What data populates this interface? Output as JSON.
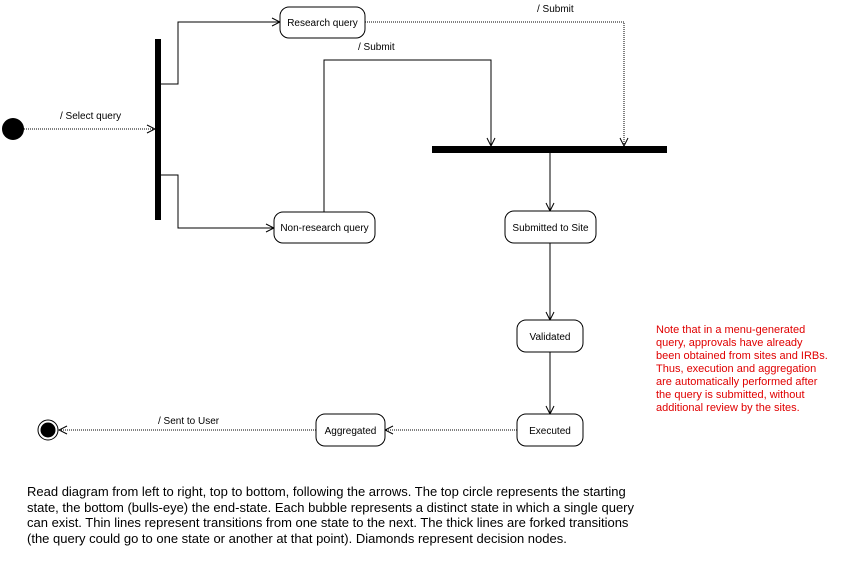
{
  "diagram": {
    "states": {
      "research_query": "Research query",
      "non_research_query": "Non-research query",
      "submitted_to_site": "Submitted to Site",
      "validated": "Validated",
      "executed": "Executed",
      "aggregated": "Aggregated"
    },
    "transitions": {
      "select_query": "/ Select query",
      "submit_research": "/ Submit",
      "submit_non_research": "/ Submit",
      "sent_to_user": "/ Sent to User"
    }
  },
  "note": {
    "color": "#e00000",
    "lines": [
      "Note that in a menu-generated",
      "query, approvals have already",
      "been obtained from sites and IRBs.",
      "Thus, execution and aggregation",
      "are automatically performed after",
      "the query is submitted, without",
      "additional review by the sites."
    ]
  },
  "legend": {
    "lines": [
      "Read diagram from left to right, top to bottom, following the arrows.  The top circle represents the starting",
      "state, the bottom (bulls-eye) the end-state.  Each bubble represents a distinct state in which a single query",
      "can exist.  Thin lines represent transitions from one state to the next.  The thick lines are forked transitions",
      "(the query could go to one state or another at that point).  Diamonds represent decision nodes."
    ]
  }
}
